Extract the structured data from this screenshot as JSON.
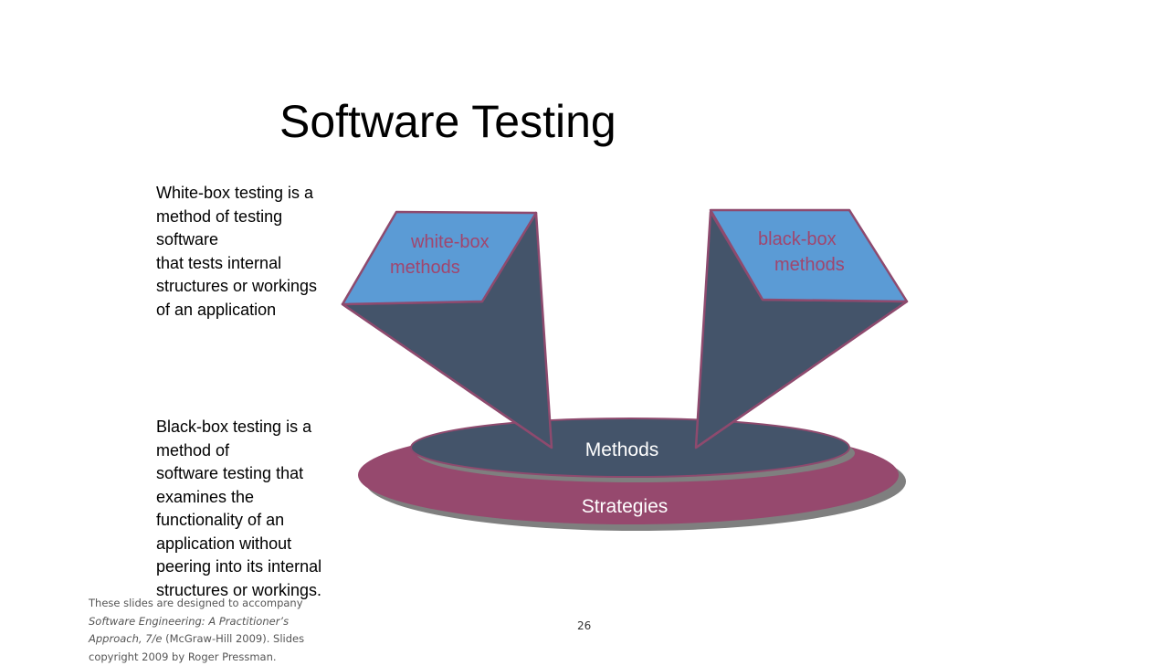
{
  "slide": {
    "title": "Software Testing",
    "page_number": "26"
  },
  "paragraphs": {
    "white_box": [
      "White-box testing is a",
      "method of testing",
      "software",
      "that tests internal",
      "structures or workings",
      "of an application"
    ],
    "black_box": [
      "Black-box testing is a",
      "method of",
      "software testing that",
      "examines the",
      "functionality of an",
      "application without",
      "peering into its internal",
      "structures or workings."
    ]
  },
  "diagram": {
    "white_box_label_line1": "white-box",
    "white_box_label_line2": "methods",
    "black_box_label_line1": "black-box",
    "black_box_label_line2": "methods",
    "methods_label": "Methods",
    "strategies_label": "Strategies",
    "colors": {
      "box_face": "#5B9BD5",
      "box_dark": "#44546A",
      "box_stroke": "#8E4A6E",
      "box_label": "#A0466E",
      "methods_disc": "#44546A",
      "strategies_disc": "#96496E",
      "disc_shadow": "#7F7F7F",
      "disc_text": "#FFFFFF"
    }
  },
  "footer": {
    "line1": "These slides are designed to accompany",
    "line2_italic": "Software Engineering: A Practitioner’s",
    "line3_italic": "Approach, 7/e",
    "line3_rest": " (McGraw-Hill 2009). Slides",
    "line4": "copyright 2009 by Roger Pressman."
  }
}
